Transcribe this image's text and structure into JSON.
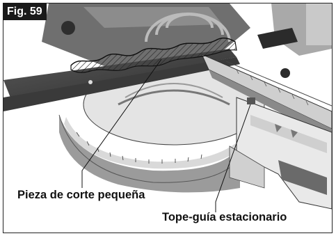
{
  "figure": {
    "label": "Fig. 59",
    "callouts": [
      {
        "text": "Pieza de corte pequeña"
      },
      {
        "text": "Tope-guía estacionario"
      }
    ]
  },
  "colors": {
    "ink": "#111111",
    "label_bg": "#1a1a1a",
    "metal_dark": "#4a4a4a",
    "metal_mid": "#9a9a9a",
    "metal_light": "#d6d6d6"
  },
  "icons": [
    "saw-blade-icon",
    "wood-piece-icon"
  ]
}
